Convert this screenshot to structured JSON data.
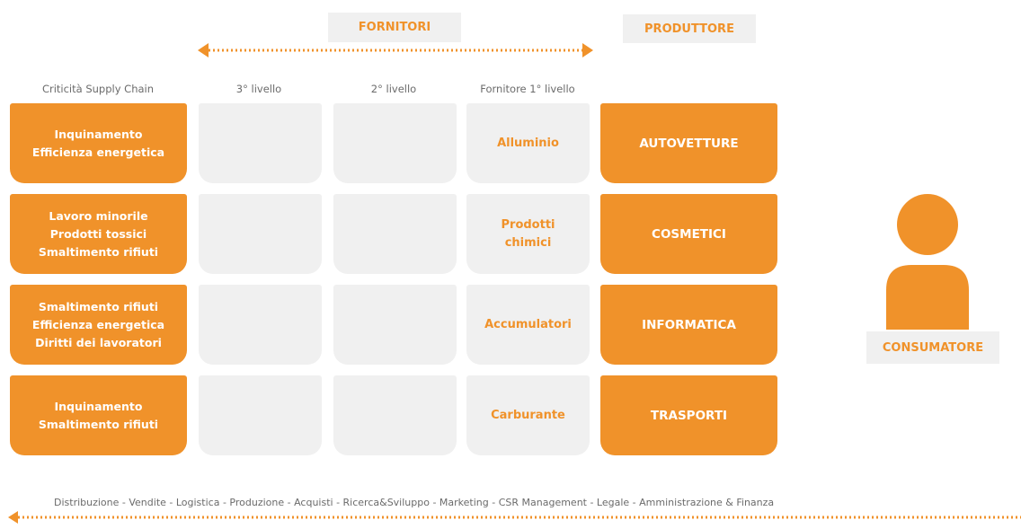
{
  "header": {
    "fornitori": "FORNITORI",
    "produttore": "PRODUTTORE"
  },
  "columns": {
    "criticita": "Criticità Supply Chain",
    "level3": "3° livello",
    "level2": "2° livello",
    "level1": "Fornitore 1° livello"
  },
  "rows": [
    {
      "criticita": [
        "Inquinamento",
        "Efficienza energetica"
      ],
      "fornitore": [
        "Alluminio"
      ],
      "produttore": "AUTOVETTURE"
    },
    {
      "criticita": [
        "Lavoro minorile",
        "Prodotti tossici",
        "Smaltimento rifiuti"
      ],
      "fornitore": [
        "Prodotti",
        "chimici"
      ],
      "produttore": "COSMETICI"
    },
    {
      "criticita": [
        "Smaltimento rifiuti",
        "Efficienza energetica",
        "Diritti dei lavoratori"
      ],
      "fornitore": [
        "Accumulatori"
      ],
      "produttore": "INFORMATICA"
    },
    {
      "criticita": [
        "Inquinamento",
        "Smaltimento rifiuti"
      ],
      "fornitore": [
        "Carburante"
      ],
      "produttore": "TRASPORTI"
    }
  ],
  "consumer": {
    "label": "CONSUMATORE"
  },
  "footer": {
    "functions": "Distribuzione - Vendite - Logistica - Produzione - Acquisti - Ricerca&Sviluppo - Marketing - CSR Management - Legale - Amministrazione & Finanza"
  },
  "colors": {
    "accent": "#f0922a",
    "panel": "#f0f0f0",
    "text_gray": "#6b6b6b"
  },
  "icons": [
    "double-arrow-icon",
    "person-icon",
    "left-arrow-icon"
  ]
}
